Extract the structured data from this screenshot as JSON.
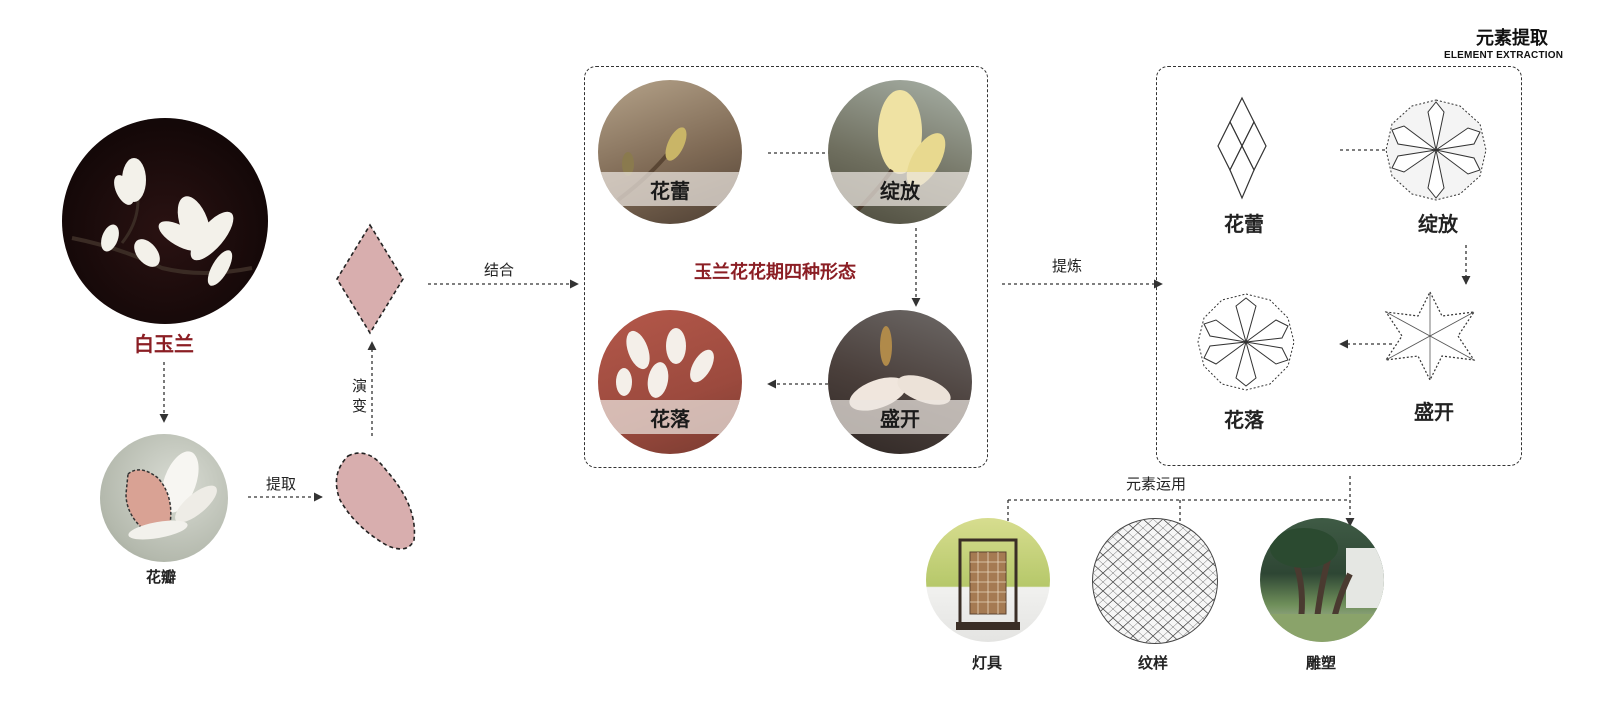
{
  "header": {
    "title_cn": "元素提取",
    "title_en": "ELEMENT EXTRACTION"
  },
  "source": {
    "flower_label": "白玉兰",
    "petal_label": "花瓣"
  },
  "arrows": {
    "extract": "提取",
    "evolve_1": "演",
    "evolve_2": "变",
    "combine": "结合",
    "refine": "提炼",
    "apply": "元素运用"
  },
  "stages": {
    "title": "玉兰花花期四种形态",
    "bud": "花蕾",
    "bloom": "绽放",
    "full_bloom": "盛开",
    "fall": "花落"
  },
  "extraction": {
    "bud": "花蕾",
    "bloom": "绽放",
    "full_bloom": "盛开",
    "fall": "花落"
  },
  "applications": {
    "lamp": "灯具",
    "pattern": "纹样",
    "sculpture": "雕塑"
  },
  "colors": {
    "accent_red": "#8b1e24",
    "petal_pink": "#d8aeae",
    "dash": "#333333"
  }
}
